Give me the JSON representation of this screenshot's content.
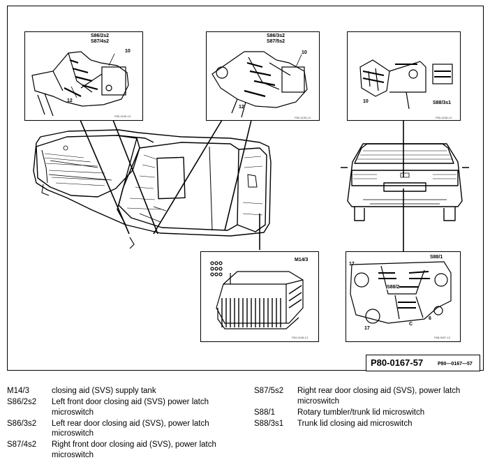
{
  "figure": {
    "code": "P80-0167-57",
    "code_small": "P80—0167—57"
  },
  "callouts": {
    "inset_fl": {
      "line1": "S86/2s2",
      "line2": "S87/4s2",
      "num_a": "10",
      "num_b": "12",
      "ref": "P80-0196-13"
    },
    "inset_rl": {
      "line1": "S86/3s2",
      "line2": "S87/5s2",
      "num_a": "10",
      "num_b": "12",
      "ref": "P80-0195-13"
    },
    "inset_trunk": {
      "num_a": "10",
      "code": "S88/3s1",
      "ref": "P80-0168-13"
    },
    "inset_tank": {
      "code": "M14/3",
      "ref": "P83-0248-13"
    },
    "inset_latch": {
      "code_a": "S88/1",
      "code_b": "S88/2",
      "n17a": "17",
      "n17b": "17",
      "n6": "6",
      "nc": "C",
      "ref": "P88-0097-13"
    }
  },
  "legend": {
    "left": [
      {
        "code": "M14/3",
        "desc": "closing aid (SVS) supply tank"
      },
      {
        "code": "S86/2s2",
        "desc": "Left front door closing aid (SVS) power latch microswitch"
      },
      {
        "code": "S86/3s2",
        "desc": "Left rear door closing aid (SVS), power latch microswitch"
      },
      {
        "code": "S87/4s2",
        "desc": "Right front door closing aid (SVS), power latch microswitch"
      }
    ],
    "right": [
      {
        "code": "S87/5s2",
        "desc": "Right rear door closing aid (SVS), power latch microswitch"
      },
      {
        "code": "S88/1",
        "desc": "Rotary tumbler/trunk lid microswitch"
      },
      {
        "code": "S88/3s1",
        "desc": "Trunk lid closing aid microswitch"
      }
    ]
  }
}
